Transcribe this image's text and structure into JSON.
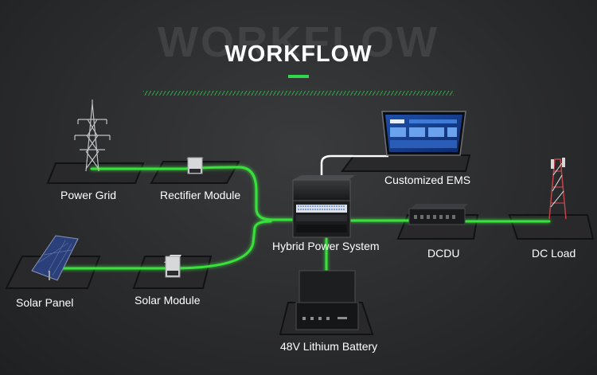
{
  "header": {
    "background_title": "WORKFLOW",
    "title": "WORKFLOW"
  },
  "nodes": {
    "power_grid": "Power Grid",
    "rectifier_module": "Rectifier Module",
    "solar_panel": "Solar Panel",
    "solar_module": "Solar Module",
    "hybrid_power_system": "Hybrid Power System",
    "customized_ems": "Customized EMS",
    "dcdu": "DCDU",
    "dc_load": "DC Load",
    "lithium_battery": "48V Lithium Battery"
  },
  "colors": {
    "flow_line": "#39e13a",
    "accent": "#2fd94a",
    "background": "#2d2e30"
  },
  "icons": [
    "transmission-tower-icon",
    "solar-panel-icon",
    "rectifier-module-icon",
    "power-cabinet-icon",
    "monitor-icon",
    "dcdu-icon",
    "telecom-tower-icon",
    "battery-icon"
  ]
}
